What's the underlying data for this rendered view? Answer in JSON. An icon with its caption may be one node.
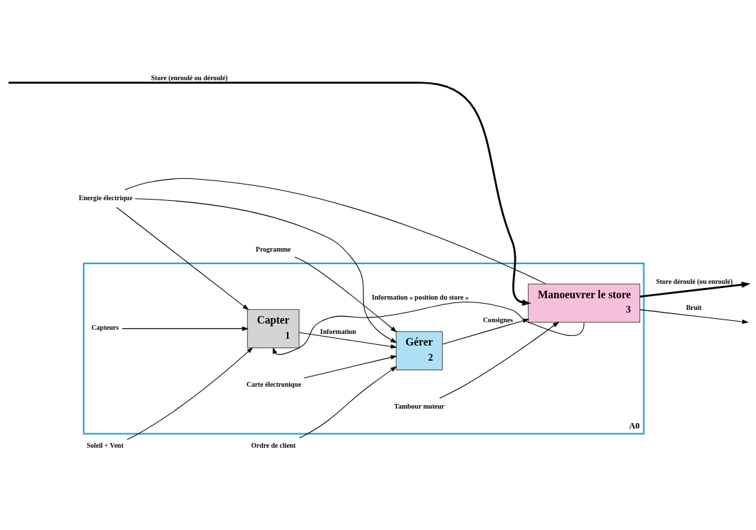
{
  "diagram": {
    "nodes": [
      {
        "text": [
          "A0"
        ]
      },
      {
        "text": [
          "Capter",
          "1"
        ],
        "in": 0
      },
      {
        "text": [
          "Gérer",
          "2"
        ],
        "in": 0
      },
      {
        "text": [
          "Manoeuvrer le store",
          "3"
        ],
        "in": 0
      },
      {
        "text": [
          "Soleil + Vent"
        ]
      },
      {
        "text": [
          "Programme"
        ]
      },
      {
        "text": [
          "Ordre de client"
        ]
      },
      {
        "text": [
          "Energie électrique"
        ]
      },
      {
        "text": [
          "Capteurs"
        ],
        "in": 0
      },
      {
        "text": [
          "Carte électronique"
        ],
        "in": 0
      },
      {
        "text": [
          "Tambour moteur"
        ],
        "in": 0
      }
    ],
    "edges": [
      {
        "from": 4,
        "to": 1,
        "arrow": "to"
      },
      {
        "from": 5,
        "to": 2,
        "arrow": "to"
      },
      {
        "from": 6,
        "to": 2,
        "arrow": "to"
      },
      {
        "from": 7,
        "to": 1,
        "arrow": "to"
      },
      {
        "from": 7,
        "to": 2,
        "arrow": "to"
      },
      {
        "from": 7,
        "to": 3,
        "arrow": "none"
      },
      {
        "from": 8,
        "to": 1,
        "arrow": "to"
      },
      {
        "from": 9,
        "to": 2,
        "arrow": "to"
      },
      {
        "from": 10,
        "to": 3,
        "arrow": "to"
      },
      {
        "from": 1,
        "to": 2,
        "label": "Information",
        "arrow": "to"
      },
      {
        "from": 2,
        "to": 3,
        "label": "Consignes",
        "arrow": "to"
      },
      {
        "from": null,
        "to": 3,
        "label": "Store (enroulé ou déroulé)",
        "arrow": "to",
        "style": "thick"
      },
      {
        "from": 3,
        "to": null,
        "label": "Store déroulé (ou enroulé)",
        "arrow": "to",
        "style": "thick"
      },
      {
        "from": 3,
        "to": null,
        "label": "Bruit",
        "arrow": "to"
      },
      {
        "from": 3,
        "to": 1,
        "label": "Information « position du store »",
        "arrow": "to"
      }
    ]
  }
}
